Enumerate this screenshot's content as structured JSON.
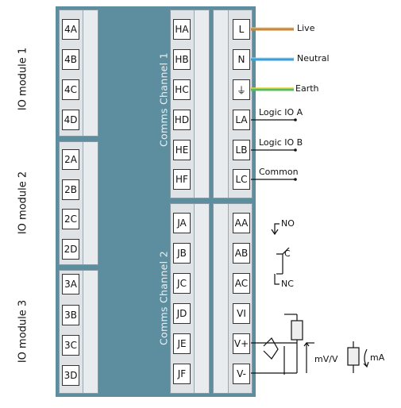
{
  "io_modules": [
    {
      "label": "IO module 1",
      "terminals": [
        "4A",
        "4B",
        "4C",
        "4D"
      ]
    },
    {
      "label": "IO module 2",
      "terminals": [
        "2A",
        "2B",
        "2C",
        "2D"
      ]
    },
    {
      "label": "IO module 3",
      "terminals": [
        "3A",
        "3B",
        "3C",
        "3D"
      ]
    }
  ],
  "comms_channels": [
    {
      "label": "Comms Channel 1",
      "terminals": [
        "HA",
        "HB",
        "HC",
        "HD",
        "HE",
        "HF"
      ]
    },
    {
      "label": "Comms Channel 2",
      "terminals": [
        "JA",
        "JB",
        "JC",
        "JD",
        "JE",
        "JF"
      ]
    }
  ],
  "power_block": {
    "terminals": [
      "L",
      "N",
      "⏚",
      "LA",
      "LB",
      "LC"
    ],
    "wire_labels": [
      "Live",
      "Neutral",
      "Earth",
      "Logic IO A",
      "Logic IO B",
      "Common"
    ]
  },
  "relay_block": {
    "terminals": [
      "AA",
      "AB",
      "AC",
      "VI",
      "V+",
      "V-"
    ],
    "relay_labels": {
      "no": "NO",
      "c": "C",
      "nc": "NC"
    },
    "sensor_labels": {
      "mv": "mV/V",
      "ma": "mA"
    }
  },
  "colors": {
    "panel": "#5d8ea0",
    "live_wire": "#c8883a",
    "neutral_wire": "#3aa0d8",
    "earth_wire_green": "#5cb85c",
    "earth_wire_yellow": "#e6d53a"
  }
}
